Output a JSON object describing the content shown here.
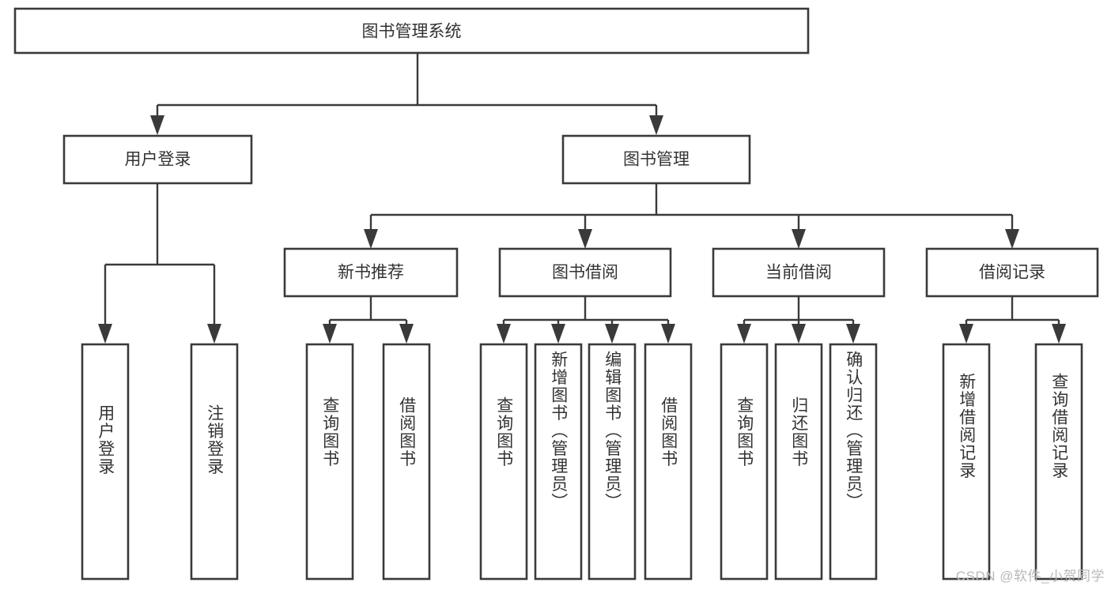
{
  "diagram": {
    "type": "tree",
    "title_node": "图书管理系统",
    "watermark": "CSDN @软件_小贺同学",
    "colors": {
      "background": "#ffffff",
      "box_border": "#3a3a3a",
      "box_fill": "#ffffff",
      "text": "#333333",
      "connector": "#3a3a3a",
      "watermark_text": "#b9b9b9"
    },
    "root": {
      "label": "图书管理系统"
    },
    "level2": [
      {
        "label": "用户登录"
      },
      {
        "label": "图书管理"
      }
    ],
    "level3": [
      {
        "label": "新书推荐"
      },
      {
        "label": "图书借阅"
      },
      {
        "label": "当前借阅"
      },
      {
        "label": "借阅记录"
      }
    ],
    "leaves": {
      "user_login": [
        {
          "label": "用户登录"
        },
        {
          "label": "注销登录"
        }
      ],
      "new_book_recommend": [
        {
          "label": "查询图书"
        },
        {
          "label": "借阅图书"
        }
      ],
      "book_borrow": [
        {
          "label": "查询图书"
        },
        {
          "label": "新增图书（管理员）"
        },
        {
          "label": "编辑图书（管理员）"
        },
        {
          "label": "借阅图书"
        }
      ],
      "current_borrow": [
        {
          "label": "查询图书"
        },
        {
          "label": "归还图书"
        },
        {
          "label": "确认归还（管理员）"
        }
      ],
      "borrow_record": [
        {
          "label": "新增借阅记录"
        },
        {
          "label": "查询借阅记录"
        }
      ]
    }
  }
}
